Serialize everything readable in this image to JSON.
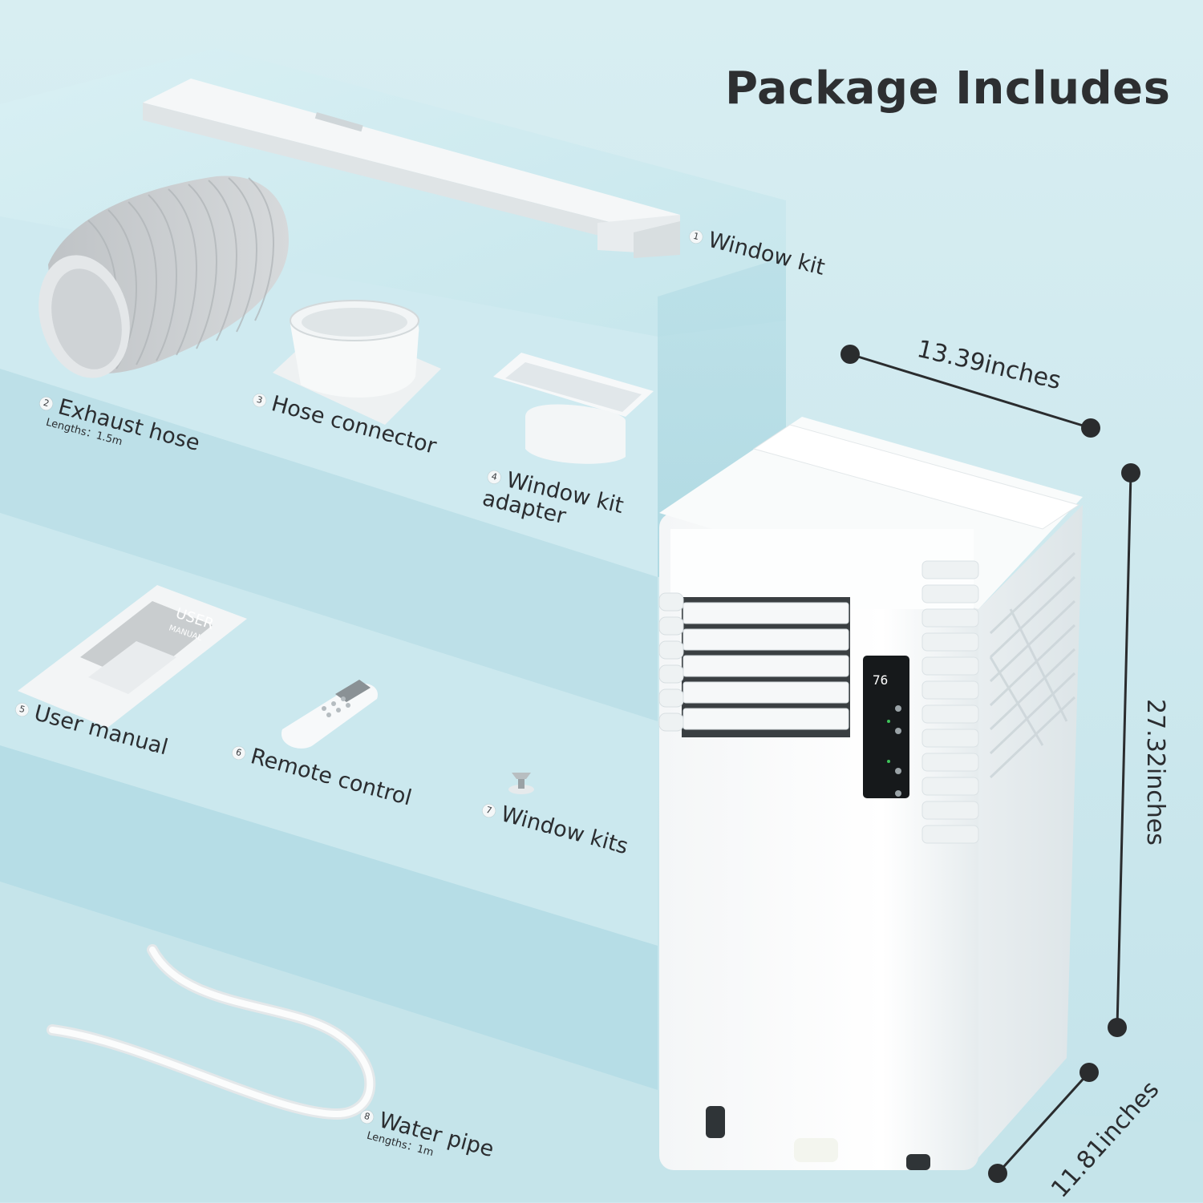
{
  "title": "Package Includes",
  "items": [
    {
      "num": "1",
      "label": "Window kit"
    },
    {
      "num": "2",
      "label": "Exhaust hose",
      "sub": "Lengths：1.5m"
    },
    {
      "num": "3",
      "label": "Hose connector"
    },
    {
      "num": "4",
      "label": "Window kit",
      "label2": "adapter"
    },
    {
      "num": "5",
      "label": "User manual"
    },
    {
      "num": "6",
      "label": "Remote control"
    },
    {
      "num": "7",
      "label": "Window kits"
    },
    {
      "num": "8",
      "label": "Water pipe",
      "sub": "Lengths：1m"
    }
  ],
  "dimensions": {
    "width": "13.39inches",
    "height": "27.32inches",
    "depth": "11.81inches"
  },
  "manual": {
    "line1": "USER",
    "line2": "MANUAL"
  },
  "display_value": "76",
  "colors": {
    "background": "#cfe9ef",
    "text": "#2b2d30",
    "unit": "#ffffff"
  }
}
